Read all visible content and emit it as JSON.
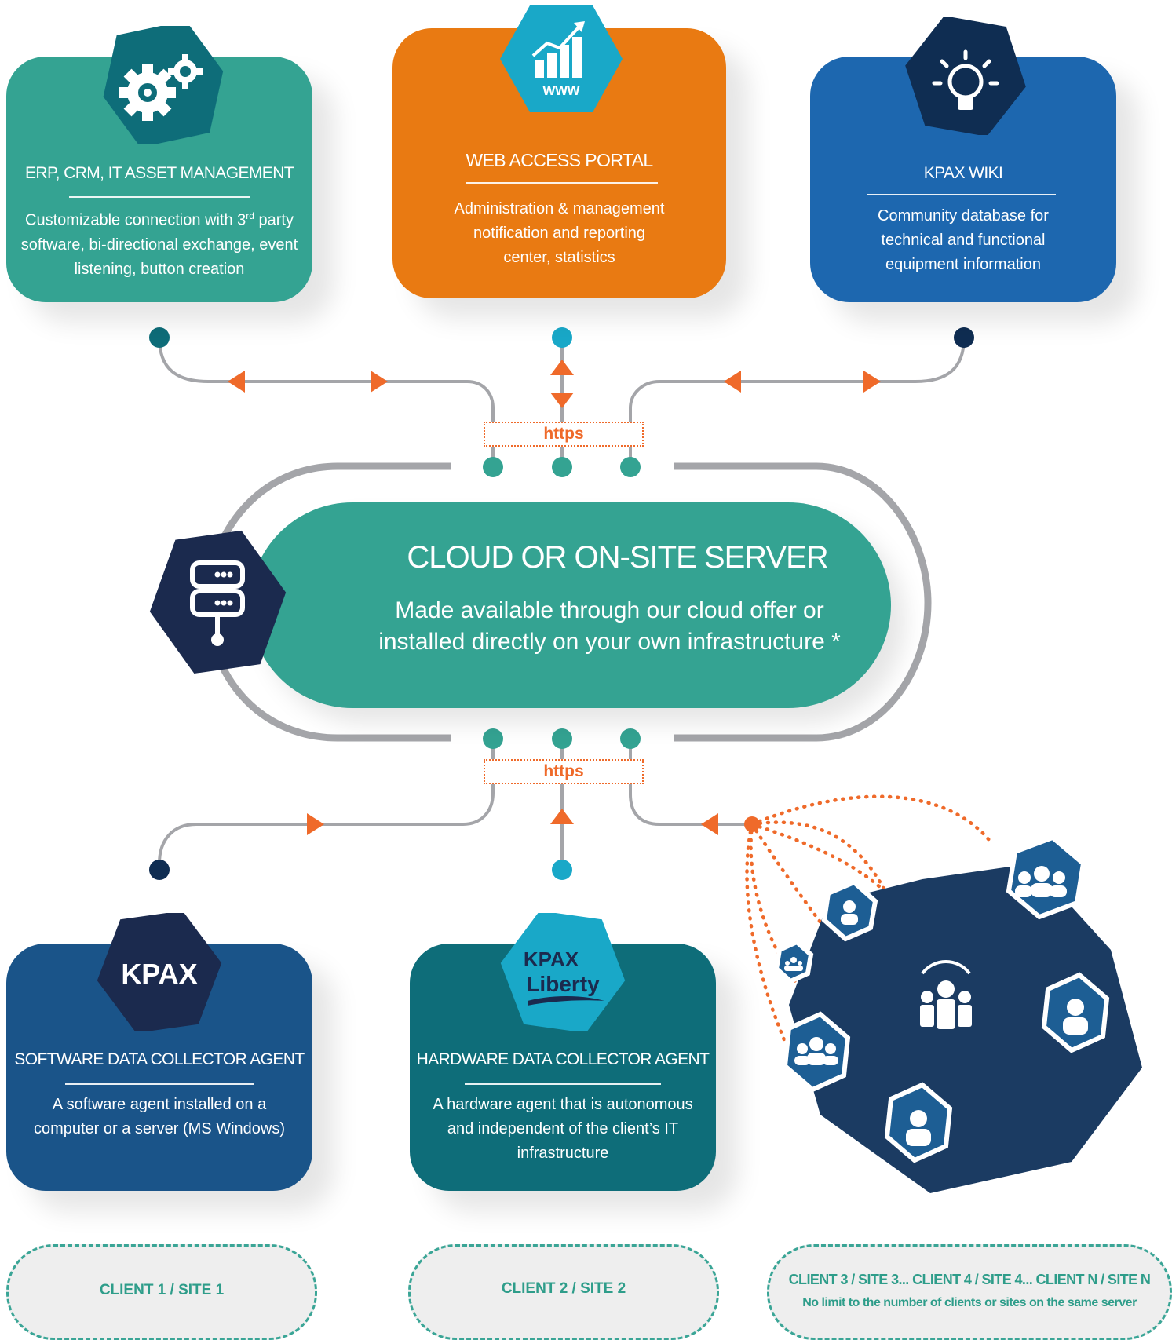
{
  "top_cards": [
    {
      "title": "ERP, CRM, IT ASSET MANAGEMENT",
      "description": "Customizable connection with 3rd party software, bi-directional exchange, event listening, button creation",
      "color": "#34a392",
      "icon": "gears-icon",
      "line1_pre": "Customizable connection with 3",
      "line1_sup": "rd",
      "line1_post": " party",
      "line2": "software, bi-directional exchange, event",
      "line3": "listening, button creation"
    },
    {
      "title": "WEB ACCESS PORTAL",
      "description": "Administration & management notification and reporting center, statistics",
      "color": "#e97a12",
      "icon": "www-chart-icon",
      "icon_label": "www",
      "line1": "Administration & management",
      "line2": "notification and reporting",
      "line3": "center, statistics"
    },
    {
      "title": "KPAX WIKI",
      "description": "Community database for technical and functional equipment information",
      "color": "#1d67af",
      "icon": "lightbulb-icon",
      "line1": "Community database for",
      "line2": "technical and functional",
      "line3": "equipment information"
    }
  ],
  "connector": {
    "protocol_top": "https",
    "protocol_bottom": "https",
    "arrow_color": "#ef6a2a"
  },
  "server": {
    "title": "CLOUD  OR ON-SITE SERVER",
    "line1": "Made available through our cloud offer or",
    "line2": "installed directly on your own infrastructure *",
    "color": "#34a392",
    "icon": "server-icon"
  },
  "bottom_cards": [
    {
      "title": "SOFTWARE DATA COLLECTOR AGENT",
      "line1": "A software agent installed on a",
      "line2": "computer or a server (MS Windows)",
      "color": "#1a5489",
      "logo": "KPAX"
    },
    {
      "title": "HARDWARE DATA COLLECTOR AGENT",
      "line1": "A hardware agent that is autonomous",
      "line2": "and independent of the client’s IT",
      "line3": "infrastructure",
      "color": "#0e6d79",
      "logo_top": "KPAX",
      "logo_bottom": "Liberty"
    }
  ],
  "clients": [
    {
      "label": "CLIENT 1 / SITE 1"
    },
    {
      "label": "CLIENT 2 / SITE 2"
    },
    {
      "label": "CLIENT 3 / SITE 3... CLIENT 4 / SITE 4... CLIENT N / SITE N",
      "note": "No limit to the number of clients or sites on the same server"
    }
  ],
  "icons": [
    "gears-icon",
    "www-chart-icon",
    "lightbulb-icon",
    "server-icon",
    "kpax-logo-icon",
    "kpax-liberty-logo-icon",
    "users-group-icon",
    "user-icon"
  ]
}
